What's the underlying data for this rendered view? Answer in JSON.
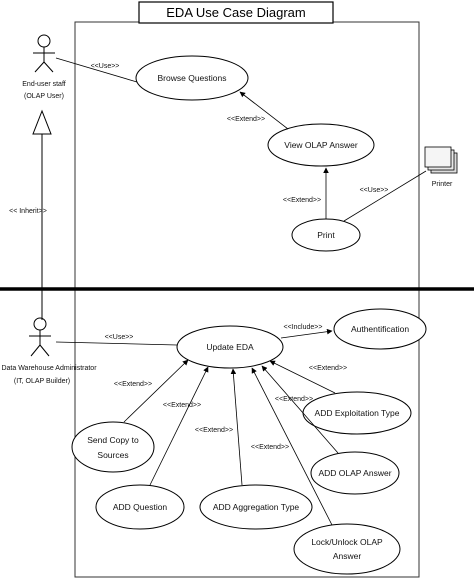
{
  "title": "EDA Use Case Diagram",
  "actors": {
    "end_user": {
      "line1": "End-user staff",
      "line2": "(OLAP User)"
    },
    "dwa": {
      "line1": "Data Warehouse Administrator",
      "line2": "(IT, OLAP Builder)"
    },
    "printer": {
      "label": "Printer"
    }
  },
  "use_cases": {
    "browse": [
      "Browse Questions"
    ],
    "view_olap": [
      "View OLAP Answer"
    ],
    "print": [
      "Print"
    ],
    "update_eda": [
      "Update EDA"
    ],
    "authentification": [
      "Authentification"
    ],
    "add_exploitation": [
      "ADD Exploitation Type"
    ],
    "add_olap_answer": [
      "ADD OLAP Answer"
    ],
    "lock_unlock": [
      "Lock/Unlock OLAP",
      "Answer"
    ],
    "add_aggregation": [
      "ADD Aggregation Type"
    ],
    "add_question": [
      "ADD Question"
    ],
    "send_copy": [
      "Send Copy to",
      "Sources"
    ]
  },
  "stereotypes": {
    "use": "<<Use>>",
    "extend": "<<Extend>>",
    "include": "<<Include>>",
    "inherit": "<< Inherit>>"
  }
}
